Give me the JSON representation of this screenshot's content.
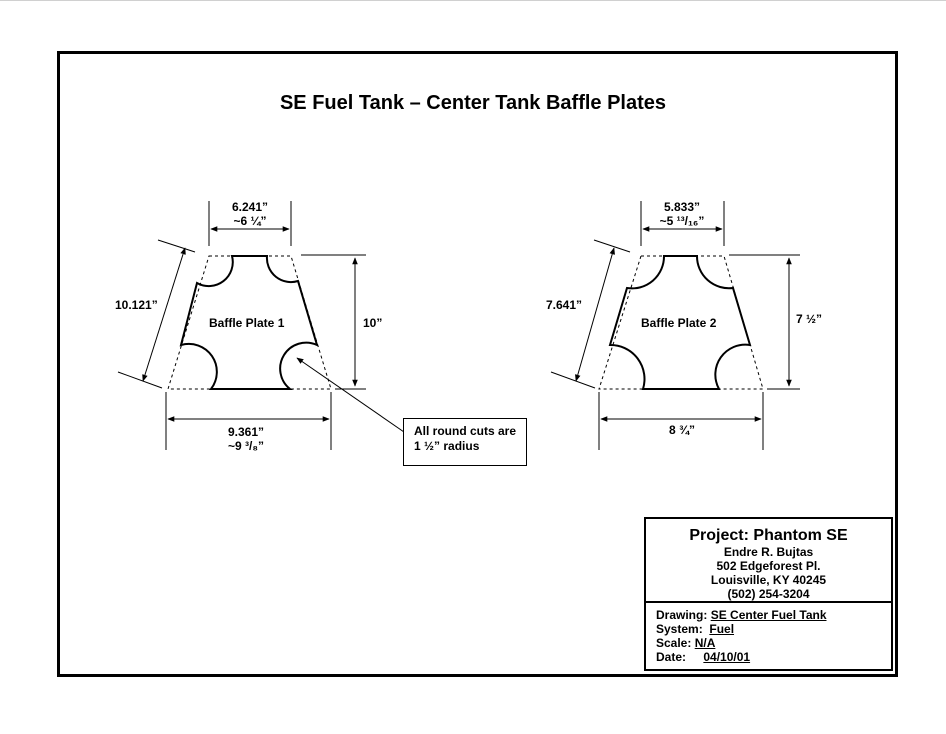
{
  "title": "SE Fuel Tank – Center Tank Baffle Plates",
  "plate1": {
    "label": "Baffle Plate 1",
    "top_dim": "6.241”",
    "top_dim_approx": "~6 ¼”",
    "side_dim": "10.121”",
    "height_dim": "10”",
    "bottom_dim": "9.361”",
    "bottom_dim_approx": "~9 ³/₈”"
  },
  "plate2": {
    "label": "Baffle Plate 2",
    "top_dim": "5.833”",
    "top_dim_approx": "~5 ¹³/₁₆”",
    "side_dim": "7.641”",
    "height_dim": "7 ½”",
    "bottom_dim": "8 ¾”"
  },
  "note": {
    "line1": "All round cuts are",
    "line2": "1 ½” radius"
  },
  "title_block": {
    "project": "Project: Phantom SE",
    "name": "Endre R. Bujtas",
    "address": "502 Edgeforest Pl.",
    "city": "Louisville, KY 40245",
    "phone": "(502) 254-3204",
    "drawing_label": "Drawing:",
    "drawing_value": "SE Center Fuel Tank",
    "system_label": "System:",
    "system_value": "Fuel",
    "scale_label": "Scale:",
    "scale_value": "N/A",
    "date_label": "Date:",
    "date_value": "04/10/01"
  }
}
